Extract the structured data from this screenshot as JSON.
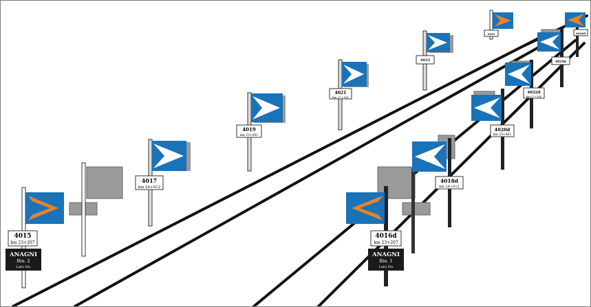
{
  "signals": [
    {
      "id": "s4015",
      "number": "4015",
      "km": "km 23+207"
    },
    {
      "id": "s4017",
      "number": "4017",
      "km": "km 24+012"
    },
    {
      "id": "s4019",
      "number": "4019",
      "km": "km 25+961"
    },
    {
      "id": "s4021",
      "number": "4021",
      "km": "km 27+160"
    },
    {
      "id": "s4023",
      "number": "4023",
      "km": ""
    },
    {
      "id": "s4025",
      "number": "4025",
      "km": ""
    },
    {
      "id": "s4016d",
      "number": "4016d",
      "km": "km 23+207"
    },
    {
      "id": "s4018d",
      "number": "4018d",
      "km": "km 24+012"
    },
    {
      "id": "s4020d",
      "number": "4020d",
      "km": "km 25+961"
    },
    {
      "id": "s4022d",
      "number": "4022d",
      "km": "km 27+160"
    },
    {
      "id": "s4024d",
      "number": "4024d",
      "km": ""
    },
    {
      "id": "s4026d",
      "number": "4026d",
      "km": ""
    }
  ],
  "station_boards": [
    {
      "id": "board-left",
      "name": "ANAGNI",
      "bin": "Bin. 2",
      "side": "Lato Nu"
    },
    {
      "id": "board-right",
      "name": "ANAGNI",
      "bin": "Bin. 1",
      "side": "Lato Nu"
    }
  ],
  "colors": {
    "flag_blue": "#1a73b8",
    "flag_orange": "#e8832a",
    "flag_white": "#ffffff",
    "shadow_grey": "#9a9a9a",
    "track": "#111111",
    "board": "#1a1a1a"
  }
}
